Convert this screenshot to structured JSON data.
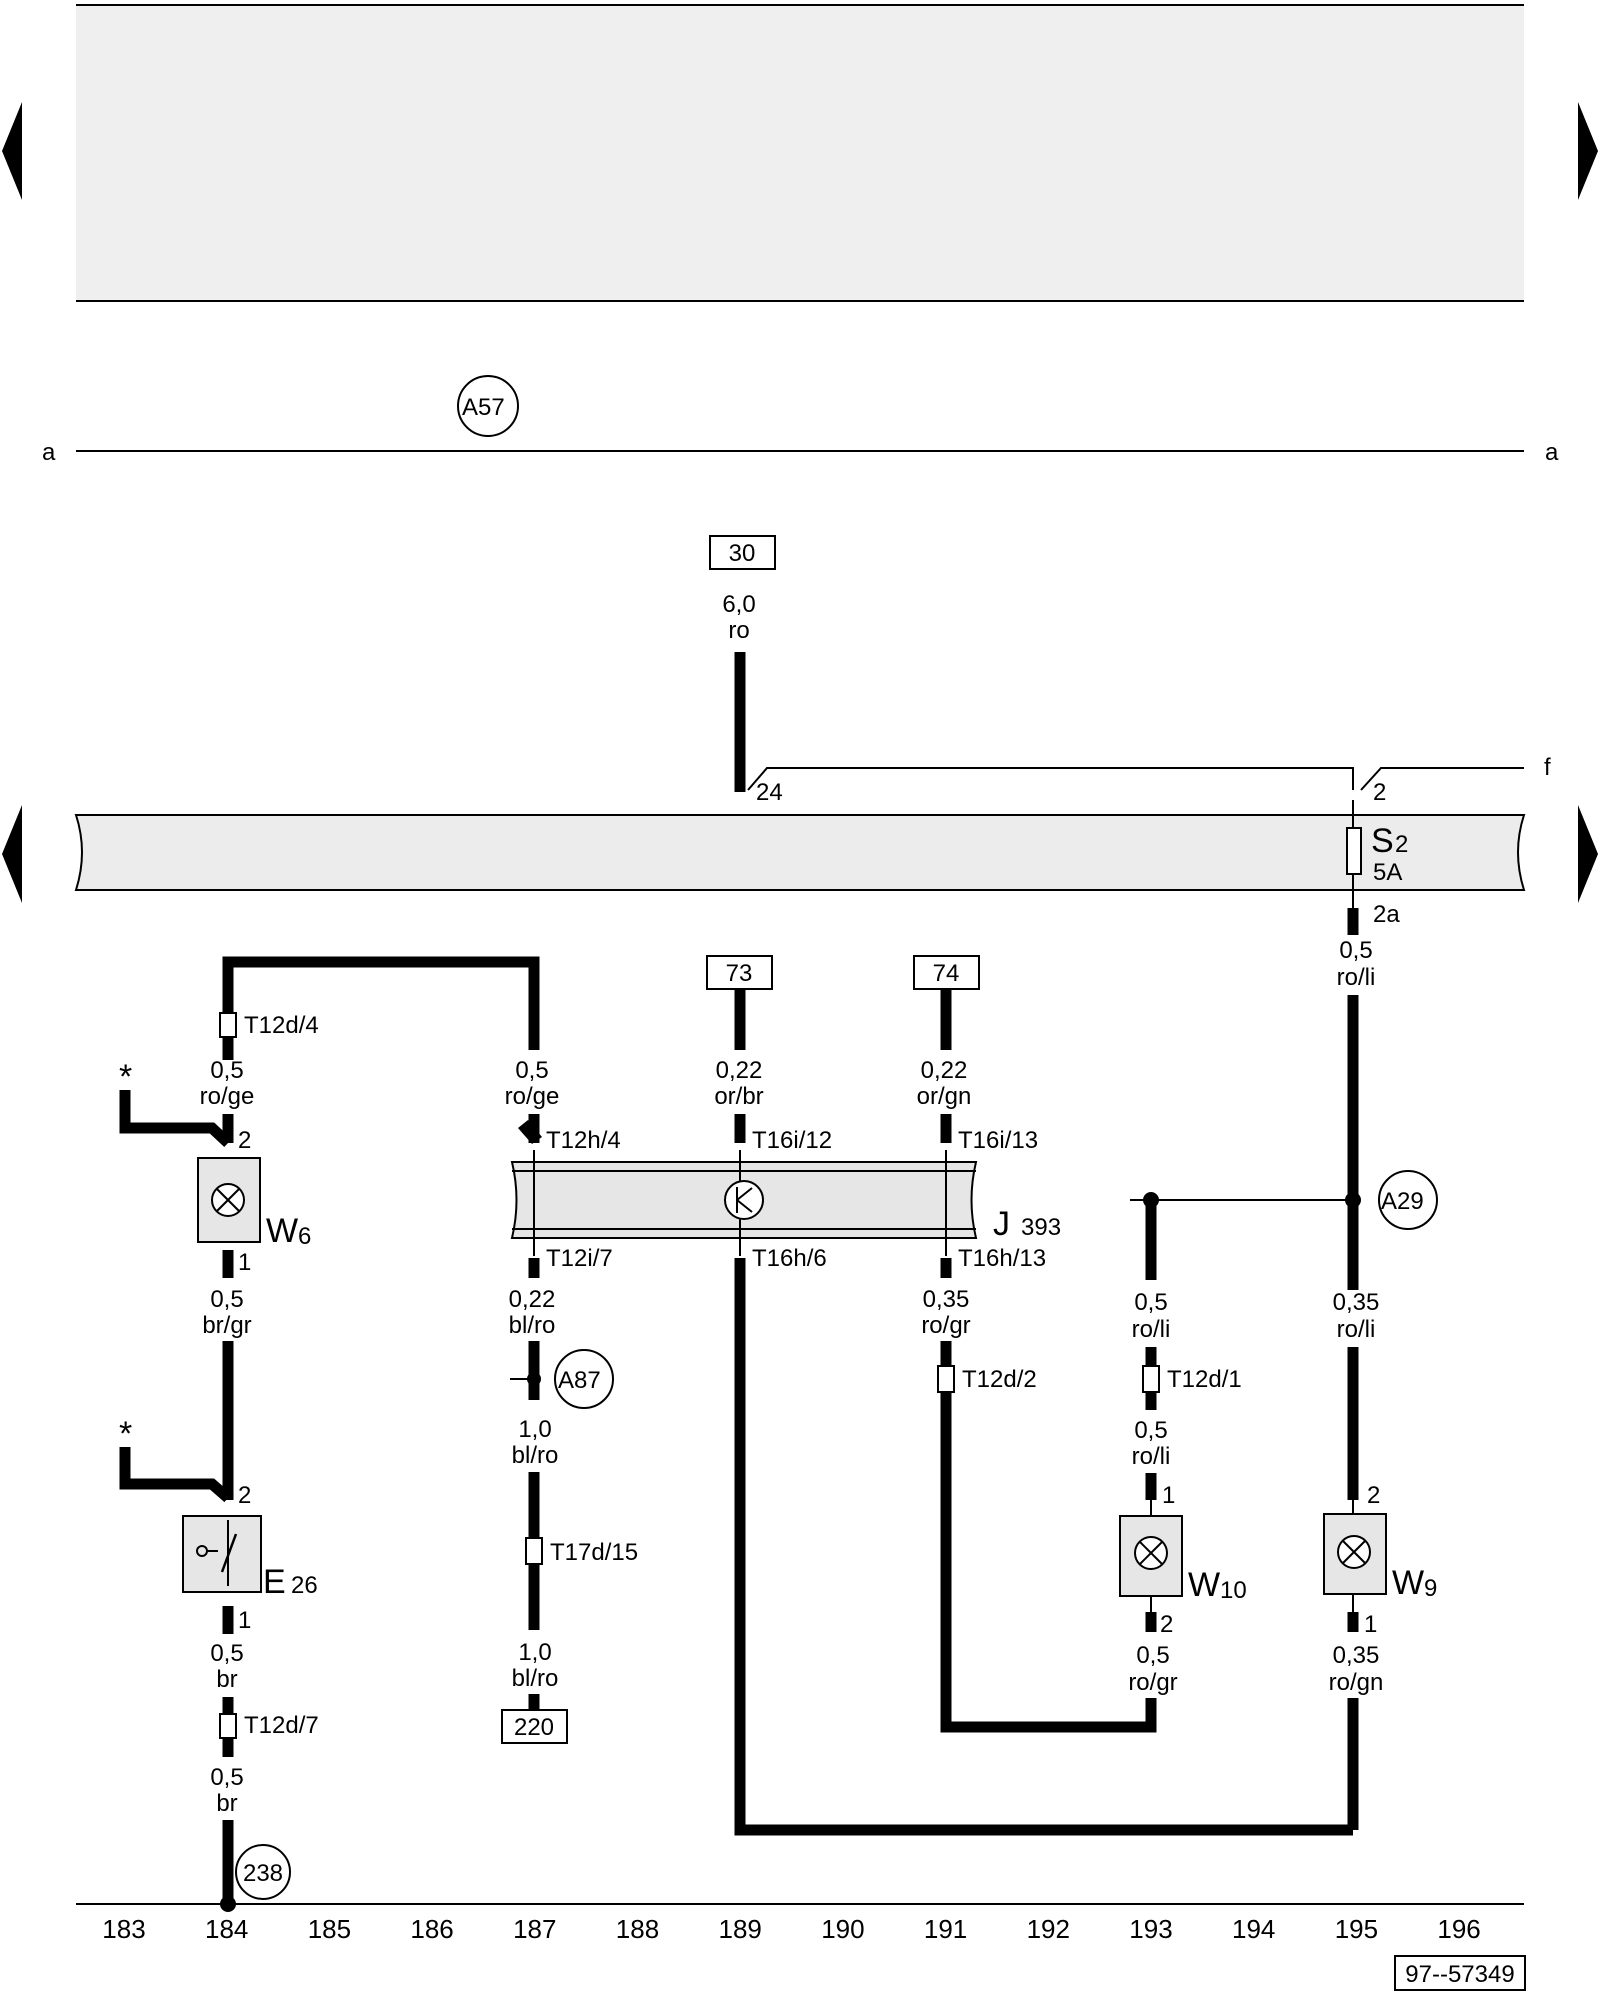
{
  "rail_labels": {
    "a_left": "a",
    "a_right": "a",
    "f": "f"
  },
  "circle_refs": {
    "a57": "A57",
    "a29": "A29",
    "a87": "A87",
    "g238": "238"
  },
  "terminal_boxes": {
    "t30": "30",
    "t73": "73",
    "t74": "74",
    "t220": "220"
  },
  "wires": {
    "supply_size": "6,0",
    "supply_color": "ro",
    "w184_top_size": "0,5",
    "w184_top_color": "ro/ge",
    "w184_mid_size": "0,5",
    "w184_mid_color": "br/gr",
    "w184_low_size": "0,5",
    "w184_low_color": "br",
    "w184_bot_size": "0,5",
    "w184_bot_color": "br",
    "w187_top_size": "0,5",
    "w187_top_color": "ro/ge",
    "w187_a_size": "0,22",
    "w187_a_color": "bl/ro",
    "w187_b_size": "1,0",
    "w187_b_color": "bl/ro",
    "w187_c_size": "1,0",
    "w187_c_color": "bl/ro",
    "w189_size": "0,22",
    "w189_color": "or/br",
    "w191_top_size": "0,22",
    "w191_top_color": "or/gn",
    "w191_bot_size": "0,35",
    "w191_bot_color": "ro/gr",
    "w193_a_size": "0,5",
    "w193_a_color": "ro/li",
    "w193_b_size": "0,5",
    "w193_b_color": "ro/li",
    "w193_c_size": "0,5",
    "w193_c_color": "ro/gr",
    "w195_top_size": "0,5",
    "w195_top_color": "ro/li",
    "w195_mid_size": "0,35",
    "w195_mid_color": "ro/li",
    "w195_bot_size": "0,35",
    "w195_bot_color": "ro/gn"
  },
  "pins": {
    "p24": "24",
    "p2": "2",
    "p2a": "2a",
    "w6_2": "2",
    "w6_1": "1",
    "e26_2": "2",
    "e26_1": "1",
    "w10_1": "1",
    "w10_2": "2",
    "w9_2": "2",
    "w9_1": "1"
  },
  "connectors": {
    "t12d4": "T12d/4",
    "t12h4": "T12h/4",
    "t16i12": "T16i/12",
    "t16i13": "T16i/13",
    "t12i7": "T12i/7",
    "t16h6": "T16h/6",
    "t16h13": "T16h/13",
    "t12d2": "T12d/2",
    "t12d1": "T12d/1",
    "t17d15": "T17d/15",
    "t12d7": "T12d/7"
  },
  "components": {
    "s2_main": "S",
    "s2_sub": "2",
    "s2_rating": "5A",
    "w6_main": "W",
    "w6_sub": "6",
    "e26_main": "E",
    "e26_sub": "26",
    "j393_main": "J",
    "j393_sub": "393",
    "w10_main": "W",
    "w10_sub": "10",
    "w9_main": "W",
    "w9_sub": "9"
  },
  "star_marker": "*",
  "footer_ticks": [
    "183",
    "184",
    "185",
    "186",
    "187",
    "188",
    "189",
    "190",
    "191",
    "192",
    "193",
    "194",
    "195",
    "196"
  ],
  "doc_ref": "97--57349"
}
